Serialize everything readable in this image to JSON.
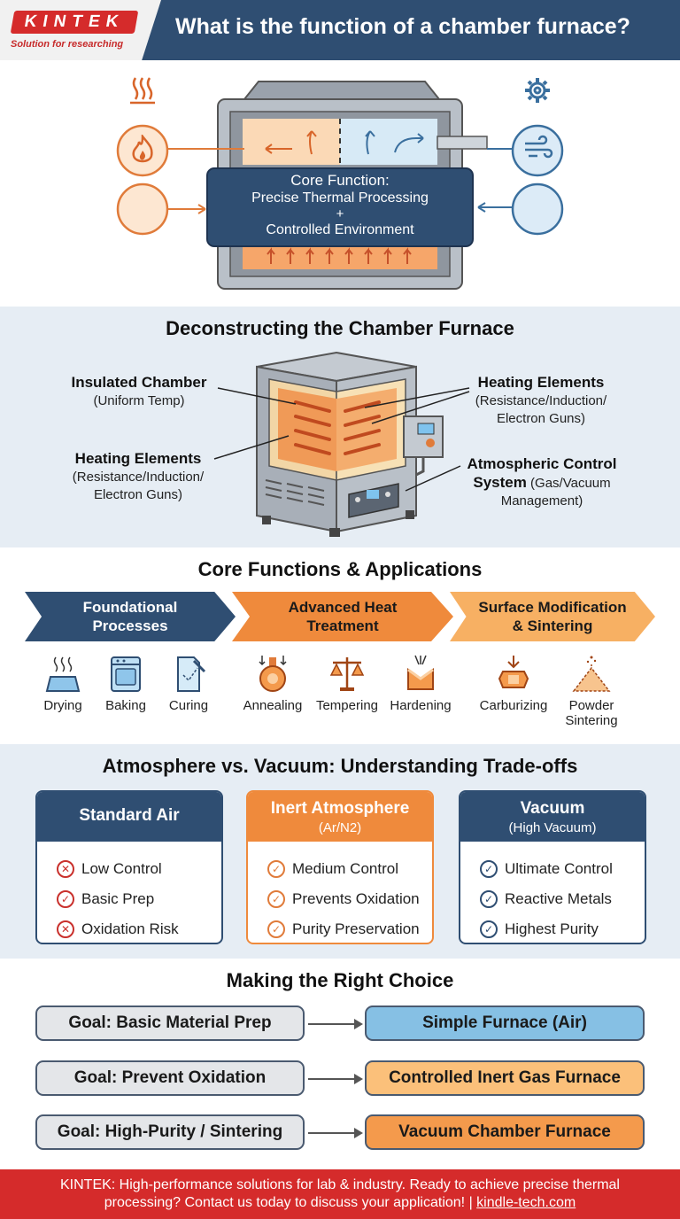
{
  "header": {
    "logo_text": "KINTEK",
    "logo_tagline": "Solution for researching",
    "title": "What is the function of a chamber furnace?"
  },
  "hero": {
    "core_title": "Core Function:",
    "core_line1": "Precise Thermal Processing",
    "core_plus": "+",
    "core_line2": "Controlled Environment",
    "icons": [
      "heat-waves-icon",
      "flame-icon",
      "gear-icon",
      "wind-icon"
    ]
  },
  "deconstruct": {
    "title": "Deconstructing the Chamber Furnace",
    "insulated": {
      "name": "Insulated Chamber",
      "detail": "(Uniform Temp)"
    },
    "heating_left": {
      "name": "Heating Elements",
      "detail1": "(Resistance/Induction/",
      "detail2": "Electron Guns)"
    },
    "heating_right": {
      "name": "Heating Elements",
      "detail1": "(Resistance/Induction/",
      "detail2": "Electron Guns)"
    },
    "atmos": {
      "name1": "Atmospheric Control",
      "name2": "System",
      "detail1": "(Gas/Vacuum",
      "detail2": "Management)"
    }
  },
  "functions": {
    "title": "Core Functions & Applications",
    "categories": [
      {
        "line1": "Foundational",
        "line2": "Processes"
      },
      {
        "line1": "Advanced Heat",
        "line2": "Treatment"
      },
      {
        "line1": "Surface Modification",
        "line2": "& Sintering"
      }
    ],
    "apps": [
      {
        "label": "Drying",
        "icon": "drying-tray-icon"
      },
      {
        "label": "Baking",
        "icon": "oven-icon"
      },
      {
        "label": "Curing",
        "icon": "curing-icon"
      },
      {
        "label": "Annealing",
        "icon": "annealing-icon"
      },
      {
        "label": "Tempering",
        "icon": "balance-scale-icon"
      },
      {
        "label": "Hardening",
        "icon": "hardening-icon"
      },
      {
        "label": "Carburizing",
        "icon": "carburizing-icon"
      },
      {
        "label": "Powder",
        "label2": "Sintering",
        "icon": "powder-pile-icon"
      }
    ]
  },
  "tradeoffs": {
    "title": "Atmosphere vs. Vacuum: Understanding Trade-offs",
    "cards": [
      {
        "title": "Standard Air",
        "subtitle": "",
        "color": "#2f4e72",
        "items": [
          {
            "text": "Low Control",
            "mark": "x"
          },
          {
            "text": "Basic Prep",
            "mark": "check"
          },
          {
            "text": "Oxidation Risk",
            "mark": "x"
          }
        ]
      },
      {
        "title": "Inert Atmosphere",
        "subtitle": "(Ar/N2)",
        "color": "#ef8a3c",
        "items": [
          {
            "text": "Medium Control",
            "mark": "check"
          },
          {
            "text": "Prevents Oxidation",
            "mark": "check"
          },
          {
            "text": "Purity Preservation",
            "mark": "check"
          }
        ]
      },
      {
        "title": "Vacuum",
        "subtitle": "(High Vacuum)",
        "color": "#2f4e72",
        "items": [
          {
            "text": "Ultimate Control",
            "mark": "check"
          },
          {
            "text": "Reactive Metals",
            "mark": "check"
          },
          {
            "text": "Highest Purity",
            "mark": "check"
          }
        ]
      }
    ]
  },
  "choice": {
    "title": "Making the Right Choice",
    "rows": [
      {
        "goal": "Goal: Basic Material Prep",
        "result": "Simple Furnace (Air)",
        "color": "#86c0e4"
      },
      {
        "goal": "Goal: Prevent Oxidation",
        "result": "Controlled Inert Gas Furnace",
        "color": "#fbc07a"
      },
      {
        "goal": "Goal: High-Purity / Sintering",
        "result": "Vacuum Chamber Furnace",
        "color": "#f49a4c"
      }
    ]
  },
  "footer": {
    "text": "KINTEK: High-performance solutions for lab & industry. Ready to achieve precise thermal processing? Contact us today to discuss your application! |",
    "link": "kindle-tech.com"
  }
}
